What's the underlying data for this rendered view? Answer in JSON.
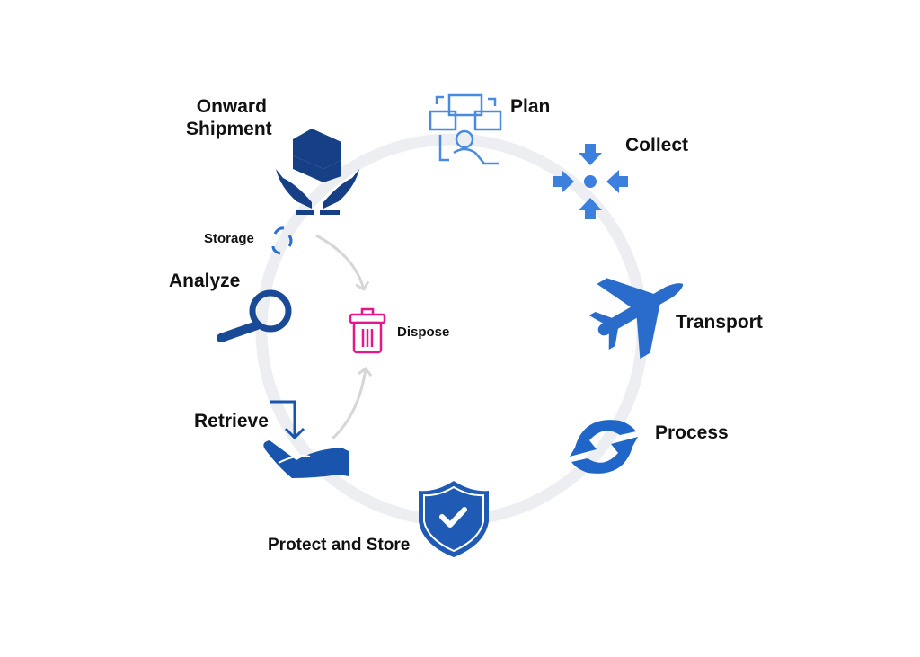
{
  "colors": {
    "ring": "#eceef1",
    "dark_blue": "#17438a",
    "mid_blue": "#1f5fbf",
    "light_blue": "#4a8ae0",
    "dispose_pink": "#e8168c",
    "arrow_gray": "#d6d6d6"
  },
  "steps": [
    {
      "label": "Plan",
      "icon": "planning-people-chat-icon"
    },
    {
      "label": "Collect",
      "icon": "converging-arrows-icon"
    },
    {
      "label": "Transport",
      "icon": "airplane-icon"
    },
    {
      "label": "Process",
      "icon": "refresh-arrows-icon"
    },
    {
      "label": "Protect and Store",
      "icon": "shield-check-icon"
    },
    {
      "label": "Retrieve",
      "icon": "hand-receive-icon"
    },
    {
      "label": "Analyze",
      "icon": "magnifier-icon"
    },
    {
      "label": "Onward Shipment",
      "label_line1": "Onward",
      "label_line2": "Shipment",
      "icon": "hands-box-icon"
    }
  ],
  "side": {
    "storage": "Storage",
    "storage_icon": "recycle-arrows-icon",
    "dispose": "Dispose",
    "dispose_icon": "trash-icon"
  }
}
